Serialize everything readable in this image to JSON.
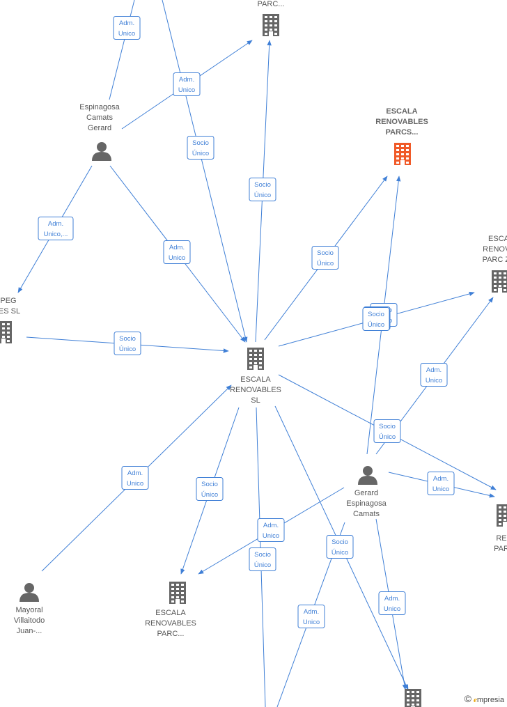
{
  "colors": {
    "edge": "#3f7fd6",
    "company_icon": "#666666",
    "company_icon_highlight": "#f05a28",
    "person_icon": "#666666",
    "text": "#555555"
  },
  "nodes": [
    {
      "id": "escala_sl",
      "type": "company",
      "lines": [
        "ESCALA",
        "RENOVABLES",
        "SL"
      ]
    },
    {
      "id": "parc_top",
      "type": "company",
      "lines": [
        "PARC..."
      ]
    },
    {
      "id": "parcs_hl",
      "type": "company",
      "highlight": true,
      "lines": [
        "ESCALA",
        "RENOVABLES",
        "PARCS..."
      ]
    },
    {
      "id": "zero_right",
      "type": "company",
      "lines": [
        "ESCA",
        "RENOVA",
        "PARC ZE"
      ]
    },
    {
      "id": "peg_left",
      "type": "company",
      "lines": [
        "PEG",
        "IES  SL"
      ]
    },
    {
      "id": "parc_bottom",
      "type": "company",
      "lines": [
        "ESCALA",
        "RENOVABLES",
        "PARC..."
      ]
    },
    {
      "id": "bottom_right",
      "type": "company",
      "lines": []
    },
    {
      "id": "right_mid",
      "type": "company",
      "lines": [
        "RE",
        "PAR"
      ]
    },
    {
      "id": "gerard_top",
      "type": "person",
      "lines": [
        "Espinagosa",
        "Camats",
        "Gerard"
      ]
    },
    {
      "id": "gerard_mid",
      "type": "person",
      "lines": [
        "Gerard",
        "Espinagosa",
        "Camats"
      ]
    },
    {
      "id": "mayoral",
      "type": "person",
      "lines": [
        "Mayoral",
        "Villaitodo",
        "Juan-..."
      ]
    }
  ],
  "edges": [
    {
      "label": [
        "Adm.",
        "Unico"
      ]
    },
    {
      "label": [
        "Adm.",
        "Unico"
      ]
    },
    {
      "label": [
        "Socio",
        "Único"
      ]
    },
    {
      "label": [
        "Socio",
        "Único"
      ]
    },
    {
      "label": [
        "Adm.",
        "Unico,..."
      ]
    },
    {
      "label": [
        "Adm.",
        "Unico"
      ]
    },
    {
      "label": [
        "Socio",
        "Único"
      ]
    },
    {
      "label": [
        "Socio",
        "Único"
      ]
    },
    {
      "label": [
        "Socio",
        "Único"
      ]
    },
    {
      "label": [
        "Adm.",
        "Unico"
      ]
    },
    {
      "label": [
        "Socio",
        "Único"
      ]
    },
    {
      "label": [
        "Adm.",
        "Unico"
      ]
    },
    {
      "label": [
        "Adm.",
        "Unico"
      ]
    },
    {
      "label": [
        "Socio",
        "Único"
      ]
    },
    {
      "label": [
        "Adm.",
        "Unico"
      ]
    },
    {
      "label": [
        "Socio",
        "Único"
      ]
    },
    {
      "label": [
        "Socio",
        "Único"
      ]
    },
    {
      "label": [
        "Adm.",
        "Unico"
      ]
    },
    {
      "label": [
        "Adm.",
        "Unico"
      ]
    },
    {
      "label": [
        "Socio",
        "Único"
      ]
    },
    {
      "label": [
        "Socio",
        "Único"
      ]
    }
  ],
  "brand": {
    "copyright": "©",
    "e": "e",
    "rest": "mpresia"
  }
}
